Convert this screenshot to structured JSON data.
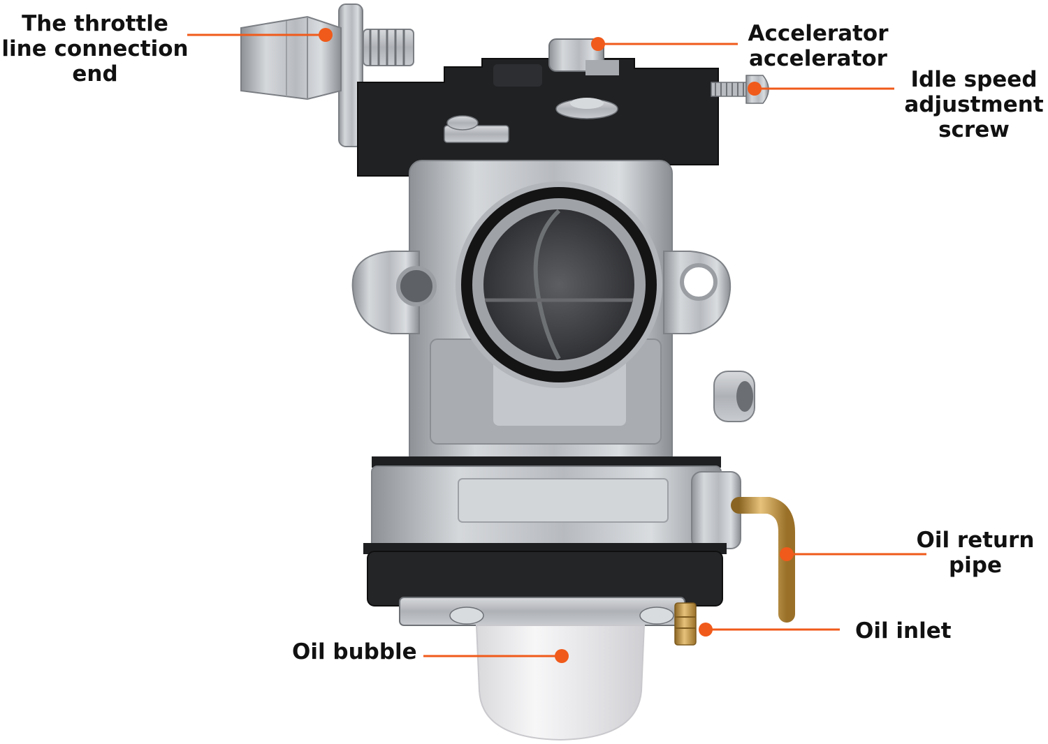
{
  "colors": {
    "accent": "#F05A1A",
    "label_text": "#111111",
    "body_metal": "#B9BCC0",
    "gasket_black": "#1C1C1E",
    "brass": "#C89A3C",
    "bubble": "#ECECEE"
  },
  "labels": {
    "throttle": [
      "The throttle",
      "line connection",
      "end"
    ],
    "accelerator": [
      "Accelerator",
      "accelerator"
    ],
    "idle": [
      "Idle speed",
      "adjustment",
      "screw"
    ],
    "oil_return": [
      "Oil return",
      "pipe"
    ],
    "oil_inlet": [
      "Oil inlet"
    ],
    "oil_bubble": [
      "Oil bubble"
    ]
  }
}
